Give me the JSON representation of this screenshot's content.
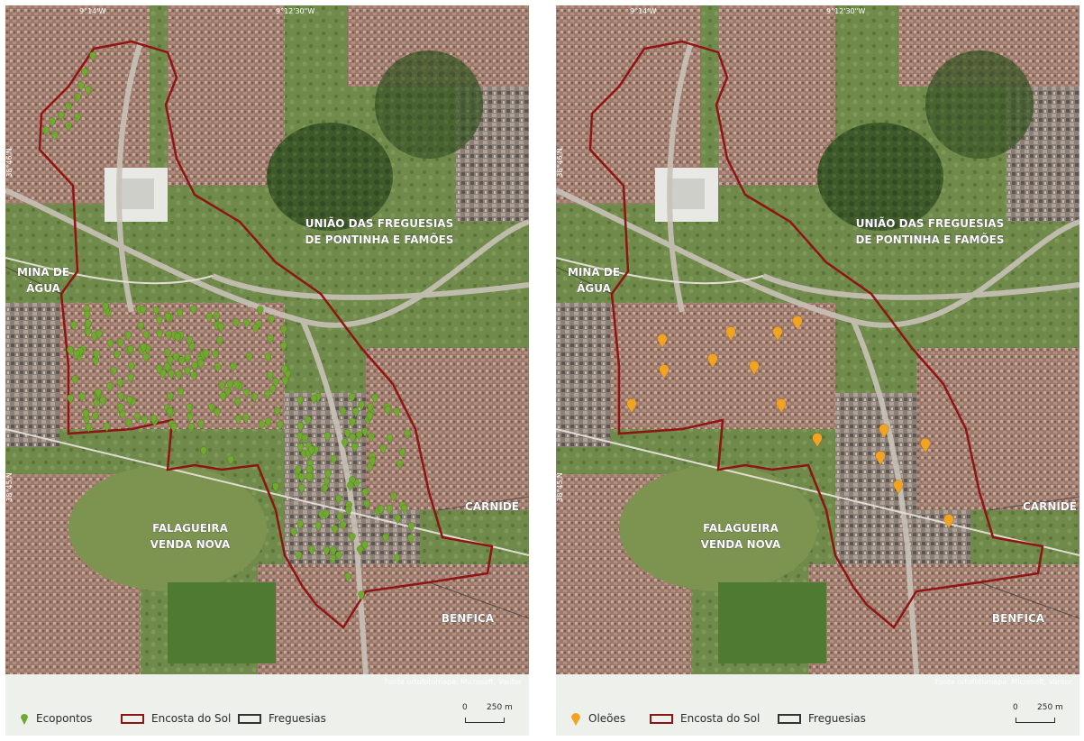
{
  "panels": [
    {
      "id": "ecopontos",
      "legend": {
        "marker_label": "Ecopontos",
        "marker_color": "#6faa2e",
        "boundary_label": "Encosta do Sol",
        "boundary_color": "#8f1414",
        "parish_label": "Freguesias",
        "parish_color": "#333333"
      },
      "source": "Fonte ortofotomapa: Microsoft, Vantor",
      "scale": {
        "zero": "0",
        "distance": "250 m"
      },
      "coords": {
        "top_left": "9°14'W",
        "top_mid": "9°12'30\"W",
        "left_top": "38°46'N",
        "left_bottom": "38°45'N"
      }
    },
    {
      "id": "oleoes",
      "legend": {
        "marker_label": "Oleões",
        "marker_color": "#f2a322",
        "boundary_label": "Encosta do Sol",
        "boundary_color": "#8f1414",
        "parish_label": "Freguesias",
        "parish_color": "#333333"
      },
      "source": "Fonte ortofotomapa: Microsoft, Vantor",
      "scale": {
        "zero": "0",
        "distance": "250 m"
      },
      "coords": {
        "top_left": "9°14'W",
        "top_mid": "9°12'30\"W",
        "left_top": "38°46'N",
        "left_bottom": "38°45'N"
      }
    }
  ],
  "map_labels": {
    "pontinha_line1": "UNIÃO DAS FREGUESIAS",
    "pontinha_line2": "DE PONTINHA E FAMÕES",
    "mina_line1": "MINA DE",
    "mina_line2": "ÁGUA",
    "falagueira_line1": "FALAGUEIRA",
    "falagueira_line2": "VENDA NOVA",
    "carnide": "CARNIDE",
    "benfica": "BENFICA"
  },
  "colors": {
    "boundary": "#8f1414",
    "ecoponto": "#6faa2e",
    "oleao": "#f2a322"
  }
}
